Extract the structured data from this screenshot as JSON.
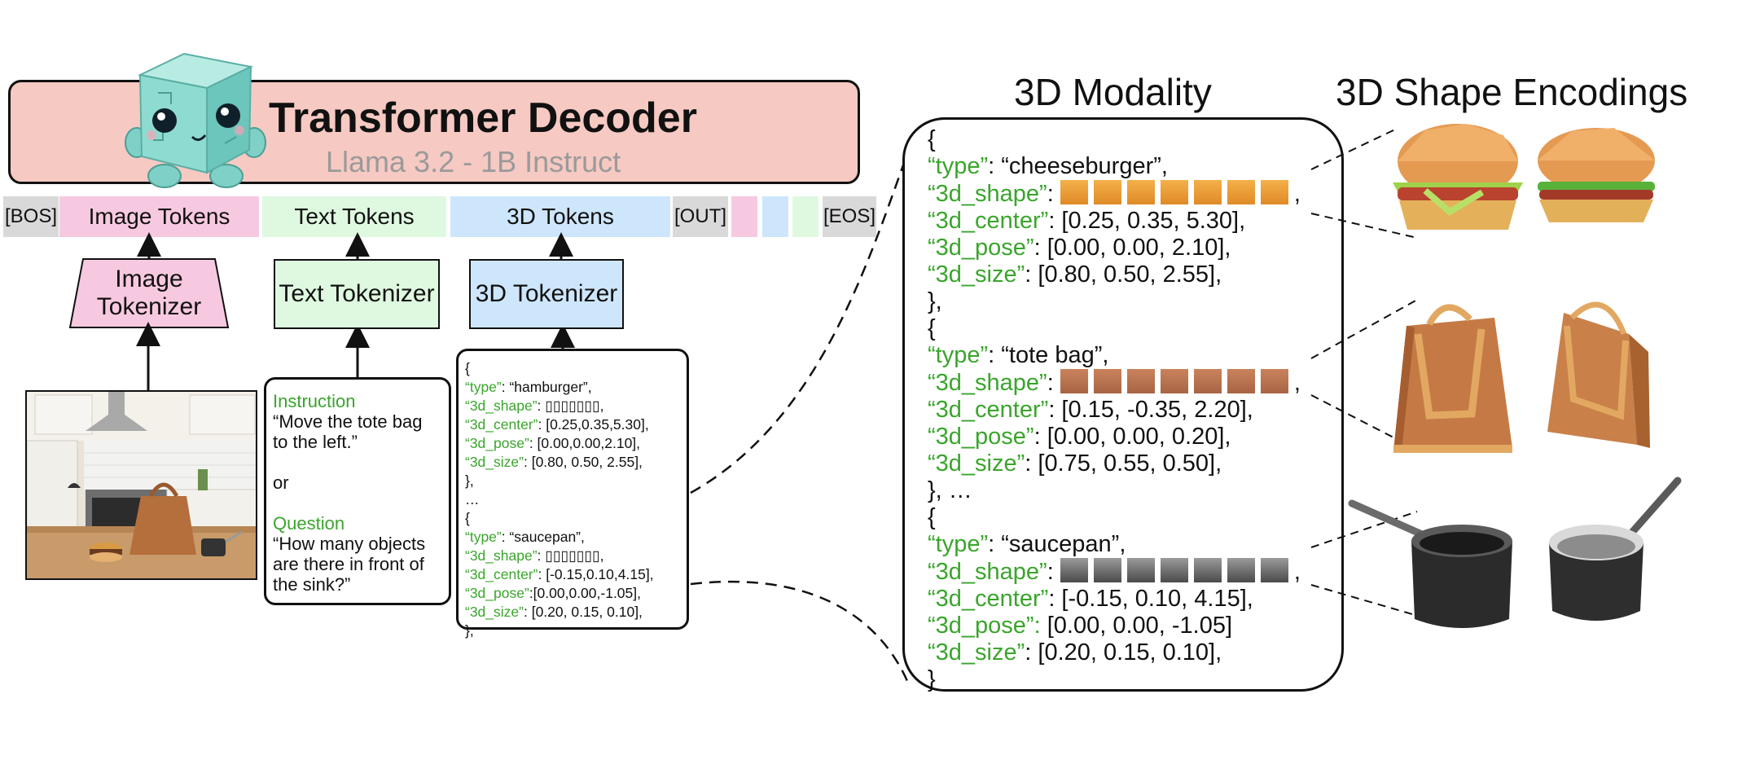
{
  "decoder": {
    "title": "Transformer Decoder",
    "subtitle": "Llama 3.2 - 1B Instruct"
  },
  "tokens": {
    "bos": "[BOS]",
    "image": "Image Tokens",
    "text": "Text Tokens",
    "three_d": "3D Tokens",
    "out": "[OUT]",
    "eos": "[EOS]"
  },
  "tokenizers": {
    "image_line1": "Image",
    "image_line2": "Tokenizer",
    "text": "Text Tokenizer",
    "three_d": "3D Tokenizer"
  },
  "instruction": {
    "label": "Instruction",
    "lines": [
      "“Move the tote bag",
      "to the left.”"
    ],
    "or": "or",
    "question_label": "Question",
    "question_lines": [
      "“How many objects",
      "are there in front of",
      "the sink?”"
    ]
  },
  "json_small": {
    "open": "{",
    "obj1": {
      "type_key": "“type”",
      "type_val": ": “hamburger”,",
      "shape_key": "“3d_shape”",
      "shape_val": ": ▯▯▯▯▯▯▯,",
      "center_key": "“3d_center”",
      "center_val": ": [0.25,0.35,5.30],",
      "pose_key": "“3d_pose”",
      "pose_val": ": [0.00,0.00,2.10],",
      "size_key": "“3d_size”",
      "size_val": ": [0.80, 0.50, 2.55],"
    },
    "close1": "},",
    "ellipsis": "…",
    "open2": "{",
    "obj2": {
      "type_key": "“type”",
      "type_val": ": “saucepan”,",
      "shape_key": "“3d_shape”",
      "shape_val": ": ▯▯▯▯▯▯▯,",
      "center_key": "“3d_center”",
      "center_val": ": [-0.15,0.10,4.15],",
      "pose_key": "“3d_pose”",
      "pose_val": ":[0.00,0.00,-1.05],",
      "size_key": "“3d_size”",
      "size_val": ": [0.20, 0.15, 0.10],"
    },
    "close2": "},"
  },
  "headers": {
    "modality": "3D Modality",
    "encodings": "3D Shape Encodings"
  },
  "json_big": {
    "open": "{",
    "obj1": {
      "type_key": "“type”",
      "type_val": ": “cheeseburger”,",
      "shape_key": "“3d_shape”",
      "shape_tail": ",",
      "center_key": "“3d_center”",
      "center_val": ": [0.25, 0.35, 5.30],",
      "pose_key": "“3d_pose”",
      "pose_val": ": [0.00, 0.00, 2.10],",
      "size_key": "“3d_size”",
      "size_val": ": [0.80, 0.50, 2.55],"
    },
    "close1": "},",
    "open2": "{",
    "obj2": {
      "type_key": "“type”",
      "type_val": ": “tote bag”,",
      "shape_key": "“3d_shape”",
      "shape_tail": ",",
      "center_key": "“3d_center”",
      "center_val": ": [0.15, -0.35, 2.20],",
      "pose_key": "“3d_pose”",
      "pose_val": ": [0.00, 0.00, 0.20],",
      "size_key": "“3d_size”",
      "size_val": ": [0.75, 0.55, 0.50],"
    },
    "close2": "}, …",
    "open3": "{",
    "obj3": {
      "type_key": "“type”",
      "type_val": ": “saucepan”,",
      "shape_key": "“3d_shape”",
      "shape_tail": ",",
      "center_key": "“3d_center”",
      "center_val": ": [-0.15, 0.10, 4.15],",
      "pose_key": "“3d_pose”:",
      "pose_val": " [0.00, 0.00, -1.05]",
      "size_key": "“3d_size”",
      "size_val": ": [0.20, 0.15, 0.10],"
    },
    "close3": "}"
  },
  "colors": {
    "decoder_fill": "#f6c9c3",
    "image_token": "#f7c9e0",
    "text_token": "#dff9e0",
    "three_d_token": "#cde6fb",
    "key_green": "#3aa52c",
    "special_token": "#d9d9d9"
  },
  "icons": [
    "cube-mascot-icon",
    "kitchen-photo",
    "burger-shape-icon",
    "tote-bag-shape-icon",
    "saucepan-shape-icon"
  ]
}
